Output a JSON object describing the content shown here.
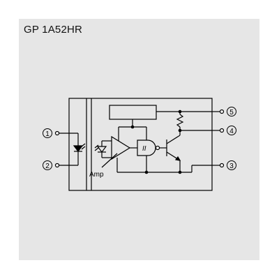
{
  "title": "GP 1A52HR",
  "pins": {
    "pin1": "1",
    "pin2": "2",
    "pin3": "3",
    "pin4": "4",
    "pin5": "5"
  },
  "labels": {
    "amp": "Amp",
    "schmitt": "II"
  }
}
